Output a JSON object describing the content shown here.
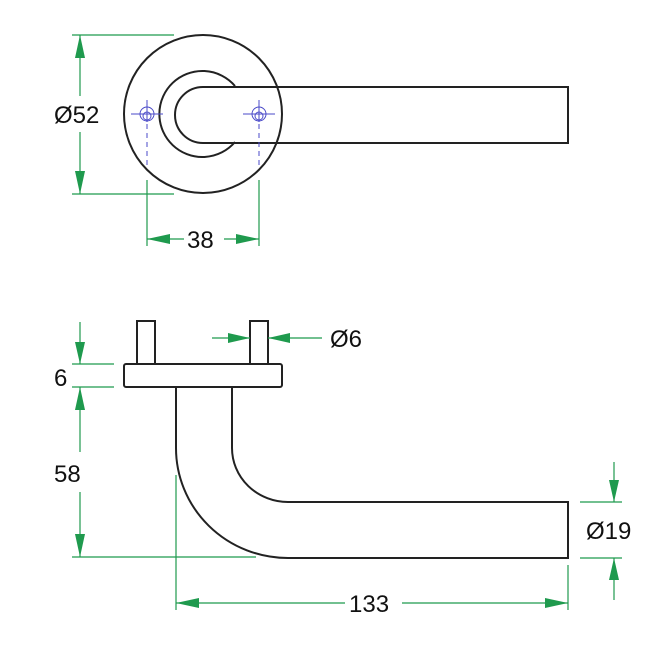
{
  "drawing": {
    "top_view": {
      "rose_diameter_label": "Ø52",
      "fixing_centres_label": "38"
    },
    "side_view": {
      "rose_thickness_label": "6",
      "projection_label": "58",
      "pin_diameter_label": "Ø6",
      "lever_length_label": "133",
      "lever_diameter_label": "Ø19"
    },
    "colors": {
      "object": "#222222",
      "dimension": "#1f9a4e",
      "centerline": "#4a4ac8"
    }
  }
}
